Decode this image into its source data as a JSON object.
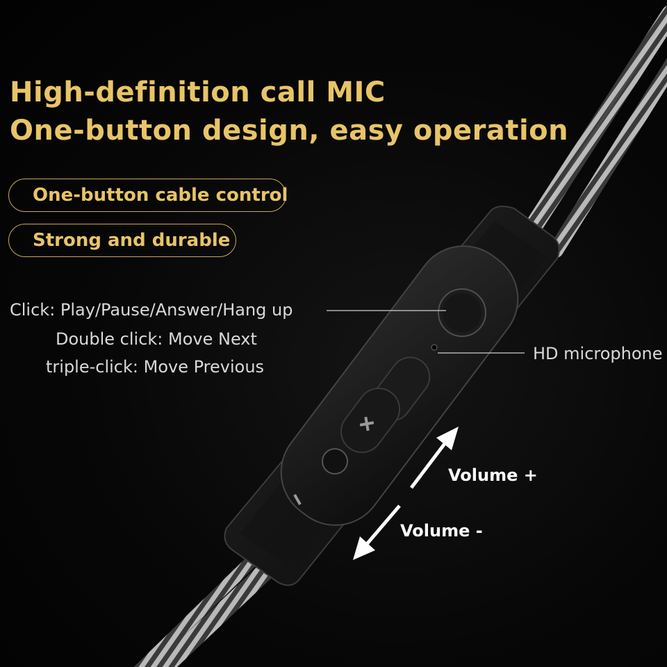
{
  "headline": {
    "line1": "High-definition call  MIC",
    "line2": "One-button design, easy operation"
  },
  "features": [
    "One-button cable control",
    "Strong and durable"
  ],
  "controls": {
    "click": "Click: Play/Pause/Answer/Hang up",
    "double_click": "Double click: Move Next",
    "triple_click": "triple-click: Move Previous"
  },
  "microphone_label": "HD microphone",
  "volume": {
    "up": "Volume +",
    "down": "Volume -"
  },
  "device_icons": {
    "up": "plus-icon",
    "down": "minus-icon"
  },
  "colors": {
    "accent_gold": "#e8c468",
    "background": "#050505",
    "body_text": "#d9d9d9"
  }
}
